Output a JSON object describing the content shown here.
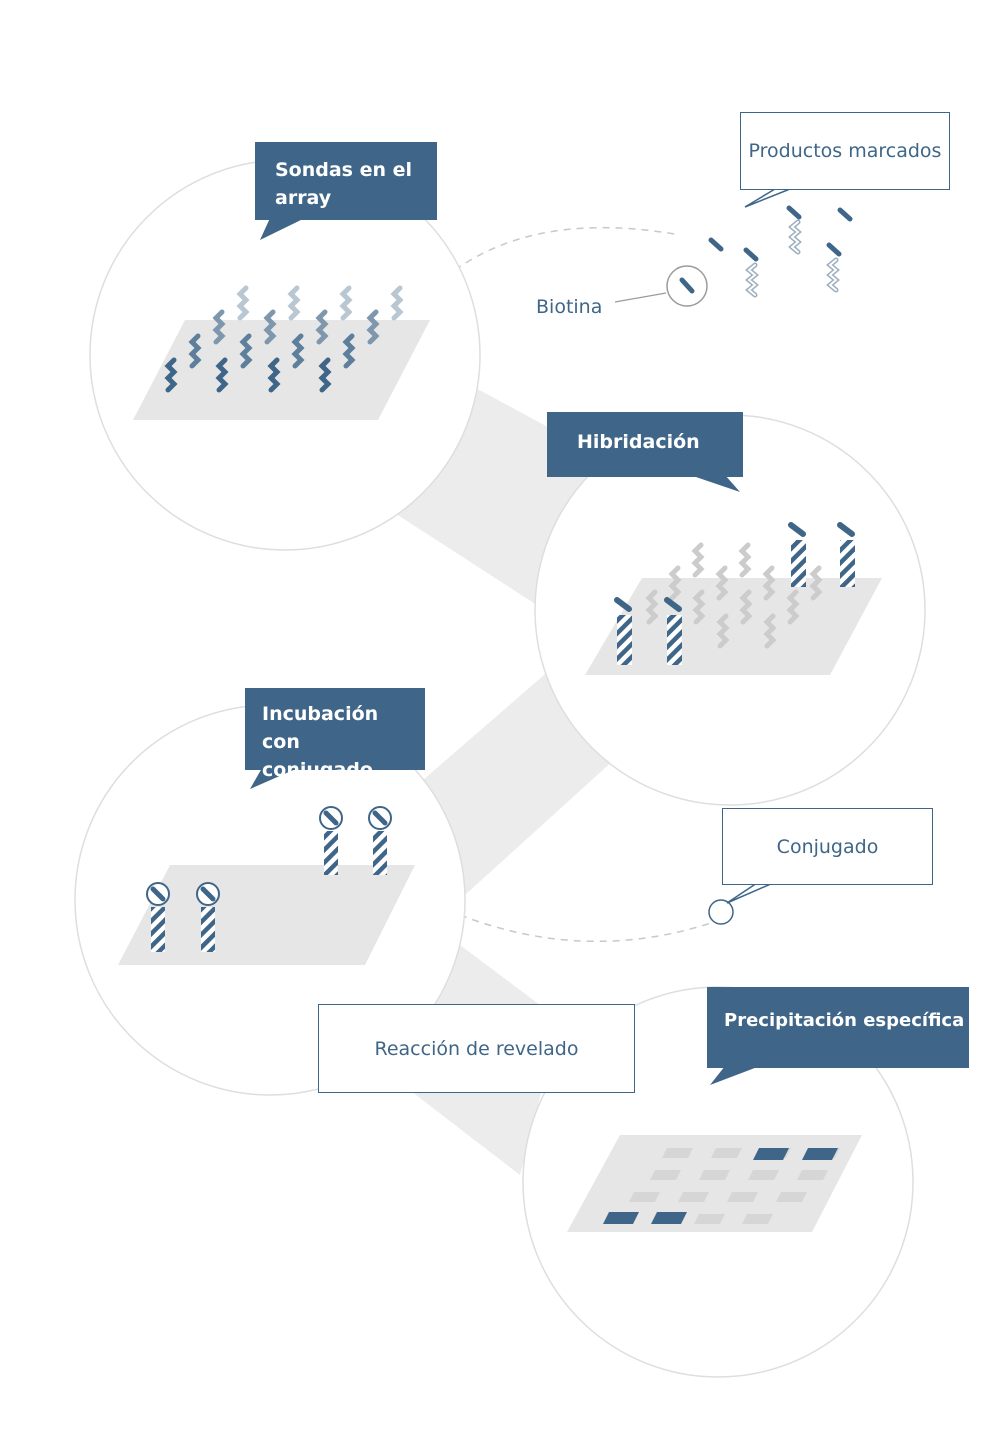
{
  "labels": {
    "probes": "Sondas en el array",
    "labeled_products": "Productos marcados",
    "biotin": "Biotina",
    "hybridization": "Hibridación",
    "conjugate_incubation": "Incubación con conjugado",
    "conjugate": "Conjugado",
    "development_reaction": "Reacción de revelado",
    "specific_precipitation": "Precipitación específica"
  },
  "colors": {
    "accent": "#3f6688",
    "accent_mid": "#7f97ad",
    "accent_light": "#b9c7d3",
    "grey_probe": "#cfcfcf",
    "panel": "#e6e6e6",
    "circle_stroke": "#dcdcdc"
  }
}
